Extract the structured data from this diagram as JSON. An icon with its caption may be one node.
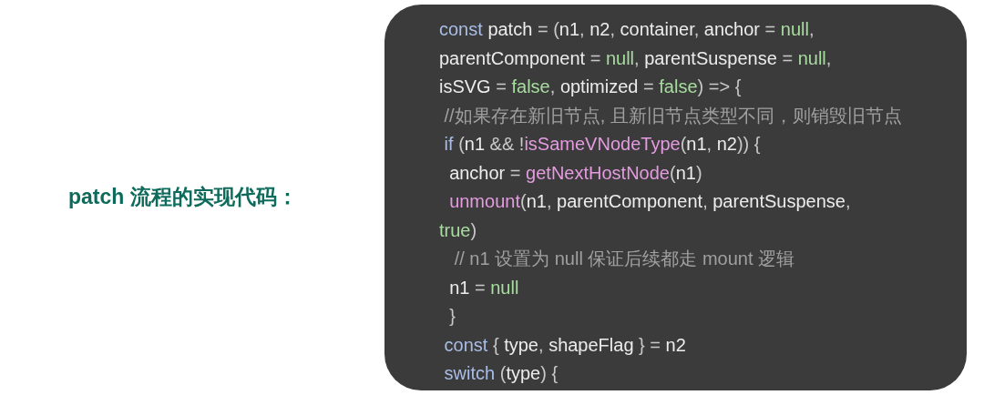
{
  "diagram": {
    "title": "patch 流程的实现代码：",
    "labels": [
      "const patch = (n1, n2, container, anchor = null,",
      "parentComponent = null, parentSuspense = null,",
      "isSVG = false, optimized = false) => {",
      " //如果存在新旧节点, 且新旧节点类型不同，则销毁旧节点",
      " if (n1 && !isSameVNodeType(n1, n2)) {",
      "  anchor = getNextHostNode(n1)",
      "  unmount(n1, parentComponent, parentSuspense,",
      "true)",
      "   // n1 设置为 null 保证后续都走 mount 逻辑",
      "  n1 = null",
      "  }",
      " const { type, shapeFlag } = n2",
      " switch (type) {"
    ]
  }
}
